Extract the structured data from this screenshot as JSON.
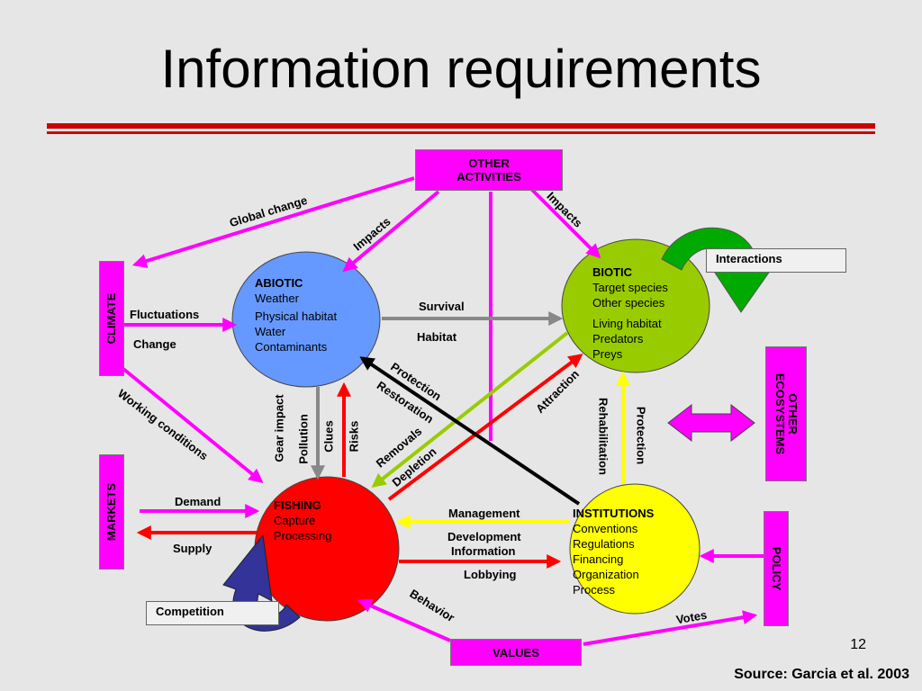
{
  "slide": {
    "title": "Information requirements",
    "page_number": "12",
    "source": "Source: Garcia et al. 2003"
  },
  "boxes": {
    "other_activities": "OTHER ACTIVITIES",
    "climate": "CLIMATE",
    "markets": "MARKETS",
    "other_ecosystems": "OTHER ECOSYSTEMS",
    "policy": "POLICY",
    "values": "VALUES",
    "interactions": "Interactions",
    "competition": "Competition"
  },
  "nodes": {
    "abiotic": {
      "title": "ABIOTIC",
      "lines": [
        "Weather",
        "Physical habitat",
        "Water",
        "Contaminants"
      ]
    },
    "biotic": {
      "title": "BIOTIC",
      "lines": [
        "Target species",
        "Other species",
        "Living habitat",
        "Predators",
        "Preys"
      ]
    },
    "fishing": {
      "title": "FISHING",
      "lines": [
        "Capture",
        "Processing"
      ]
    },
    "institutions": {
      "title": "INSTITUTIONS",
      "lines": [
        "Conventions",
        "Regulations",
        "Financing",
        "Organization",
        "Process"
      ]
    }
  },
  "labels": {
    "global_change": "Global change",
    "impacts_left": "Impacts",
    "impacts_right": "Impacts",
    "fluctuations": "Fluctuations",
    "change": "Change",
    "survival": "Survival",
    "habitat": "Habitat",
    "working_conditions": "Working conditions",
    "protection_restoration_1": "Protection",
    "protection_restoration_2": "Restoration",
    "removals_1": "Removals",
    "removals_2": "Depletion",
    "attraction": "Attraction",
    "rehabilitation": "Rehabilitation",
    "protection": "Protection",
    "gear_impact": "Gear impact",
    "pollution": "Pollution",
    "clues": "Clues",
    "risks": "Risks",
    "demand": "Demand",
    "supply": "Supply",
    "management": "Management",
    "development_1": "Development",
    "development_2": "Information",
    "lobbying": "Lobbying",
    "behavior": "Behavior",
    "votes": "Votes"
  },
  "colors": {
    "magenta": "#ff00ff",
    "abiotic": "#6699ff",
    "biotic": "#99cc00",
    "fishing": "#ff0000",
    "institutions": "#ffff00",
    "gray": "#888888",
    "red": "#ff0000",
    "lime": "#99cc00",
    "yellow": "#ffff00",
    "black": "#000000",
    "green": "#00aa00",
    "navy": "#333399"
  }
}
